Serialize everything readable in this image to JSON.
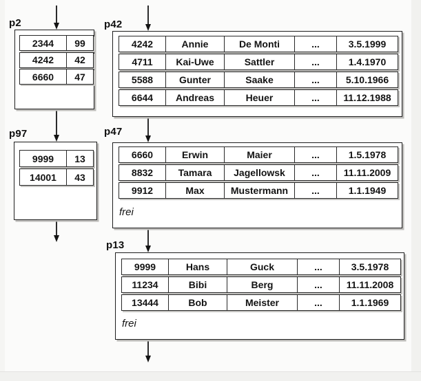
{
  "diagram": {
    "kind": "database-page-chains",
    "free_space_label": "frei"
  },
  "pages": [
    {
      "label": "p2",
      "kind": "index-page",
      "rows": [
        [
          "2344",
          "99"
        ],
        [
          "4242",
          "42"
        ],
        [
          "6660",
          "47"
        ]
      ]
    },
    {
      "label": "p42",
      "kind": "data-page",
      "rows": [
        [
          "4242",
          "Annie",
          "De Monti",
          "...",
          "3.5.1999"
        ],
        [
          "4711",
          "Kai-Uwe",
          "Sattler",
          "...",
          "1.4.1970"
        ],
        [
          "5588",
          "Gunter",
          "Saake",
          "...",
          "5.10.1966"
        ],
        [
          "6644",
          "Andreas",
          "Heuer",
          "...",
          "11.12.1988"
        ]
      ]
    },
    {
      "label": "p97",
      "kind": "index-page",
      "rows": [
        [
          "9999",
          "13"
        ],
        [
          "14001",
          "43"
        ]
      ]
    },
    {
      "label": "p47",
      "kind": "data-page",
      "free_label": "frei",
      "rows": [
        [
          "6660",
          "Erwin",
          "Maier",
          "...",
          "1.5.1978"
        ],
        [
          "8832",
          "Tamara",
          "Jagellowsk",
          "...",
          "11.11.2009"
        ],
        [
          "9912",
          "Max",
          "Mustermann",
          "...",
          "1.1.1949"
        ]
      ]
    },
    {
      "label": "p13",
      "kind": "data-page",
      "free_label": "frei",
      "rows": [
        [
          "9999",
          "Hans",
          "Guck",
          "...",
          "3.5.1978"
        ],
        [
          "11234",
          "Bibi",
          "Berg",
          "...",
          "11.11.2008"
        ],
        [
          "13444",
          "Bob",
          "Meister",
          "...",
          "1.1.1969"
        ]
      ]
    }
  ],
  "connections": [
    {
      "from": "above",
      "to": "p2"
    },
    {
      "from": "above",
      "to": "p42"
    },
    {
      "from": "p2",
      "to": "p97"
    },
    {
      "from": "p42",
      "to": "p47"
    },
    {
      "from": "p97",
      "to": "next-page-below"
    },
    {
      "from": "p47",
      "to": "p13"
    },
    {
      "from": "p13",
      "to": "next-page-below"
    }
  ],
  "colors": {
    "background": "#fbfbfa",
    "box_fill": "#ffffff",
    "line": "#1d1d1d",
    "shadow": "#bdbcb9"
  }
}
